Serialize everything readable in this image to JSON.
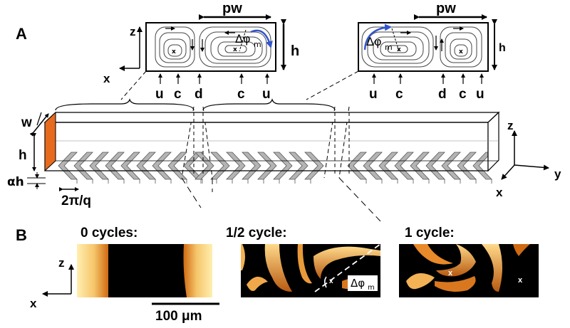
{
  "panel_a": {
    "label": "A",
    "cross_section_left": {
      "dimension_width": "pw",
      "dimension_height": "h",
      "axis_z": "z",
      "axis_x": "x",
      "phase_label": "Δφ",
      "phase_sub": "m",
      "position_labels": [
        "u",
        "c",
        "d",
        "c",
        "u"
      ]
    },
    "cross_section_right": {
      "dimension_width": "pw",
      "dimension_height": "h",
      "phase_label": "Δφ",
      "phase_sub": "m",
      "position_labels": [
        "u",
        "c",
        "d",
        "c",
        "u"
      ]
    },
    "channel": {
      "width_label": "w",
      "height_label": "h",
      "groove_depth_label": "αh",
      "groove_period_label": "2π/q",
      "axis_z": "z",
      "axis_y": "y",
      "axis_x": "x"
    }
  },
  "panel_b": {
    "label": "B",
    "axis_z": "z",
    "axis_x": "x",
    "frames": [
      {
        "title": "0 cycles:"
      },
      {
        "title": "1/2 cycle:",
        "annotation": "Δφ",
        "annotation_sub": "m"
      },
      {
        "title": "1 cycle:"
      }
    ],
    "scale_bar": "100 μm"
  },
  "colors": {
    "channel_face": "#e86a1e",
    "groove": "#b4b4b4",
    "flow_arrow": "#3355cc",
    "fluid_dark": "#000000",
    "fluid_bright": "#ffe8a0",
    "fluid_mid": "#d9771f"
  }
}
